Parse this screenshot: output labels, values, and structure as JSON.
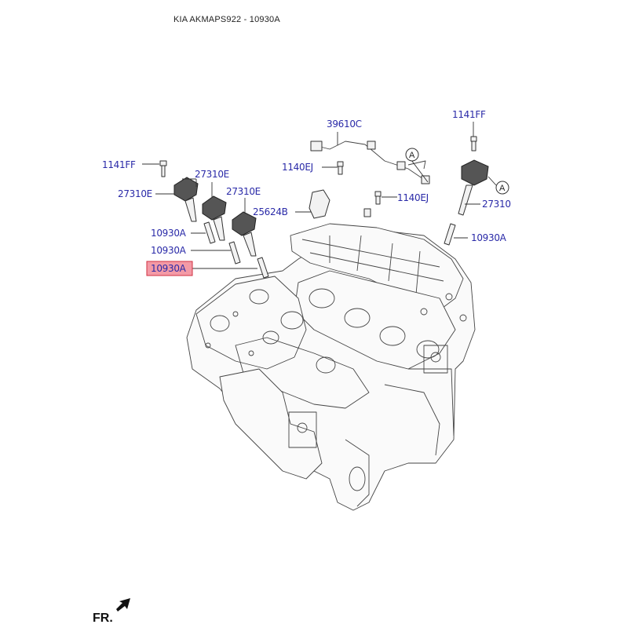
{
  "header": {
    "title": "KIA AKMAPS922 - 10930A"
  },
  "callouts": {
    "c1141ff_left": "1141FF",
    "c27310e_a": "27310E",
    "c27310e_b": "27310E",
    "c27310e_c": "27310E",
    "c10930a_a": "10930A",
    "c10930a_b": "10930A",
    "c10930a_highlight": "10930A",
    "c39610c": "39610C",
    "c1140ej_a": "1140EJ",
    "c1140ej_b": "1140EJ",
    "c25624b": "25624B",
    "c1141ff_right": "1141FF",
    "c27310": "27310",
    "c10930a_right": "10930A"
  },
  "refs": {
    "a1": "A",
    "a2": "A"
  },
  "footer": {
    "front_label": "FR."
  },
  "colors": {
    "label": "#2a2aa8",
    "highlight_fill": "#f39aa6",
    "highlight_border": "#d03040"
  }
}
